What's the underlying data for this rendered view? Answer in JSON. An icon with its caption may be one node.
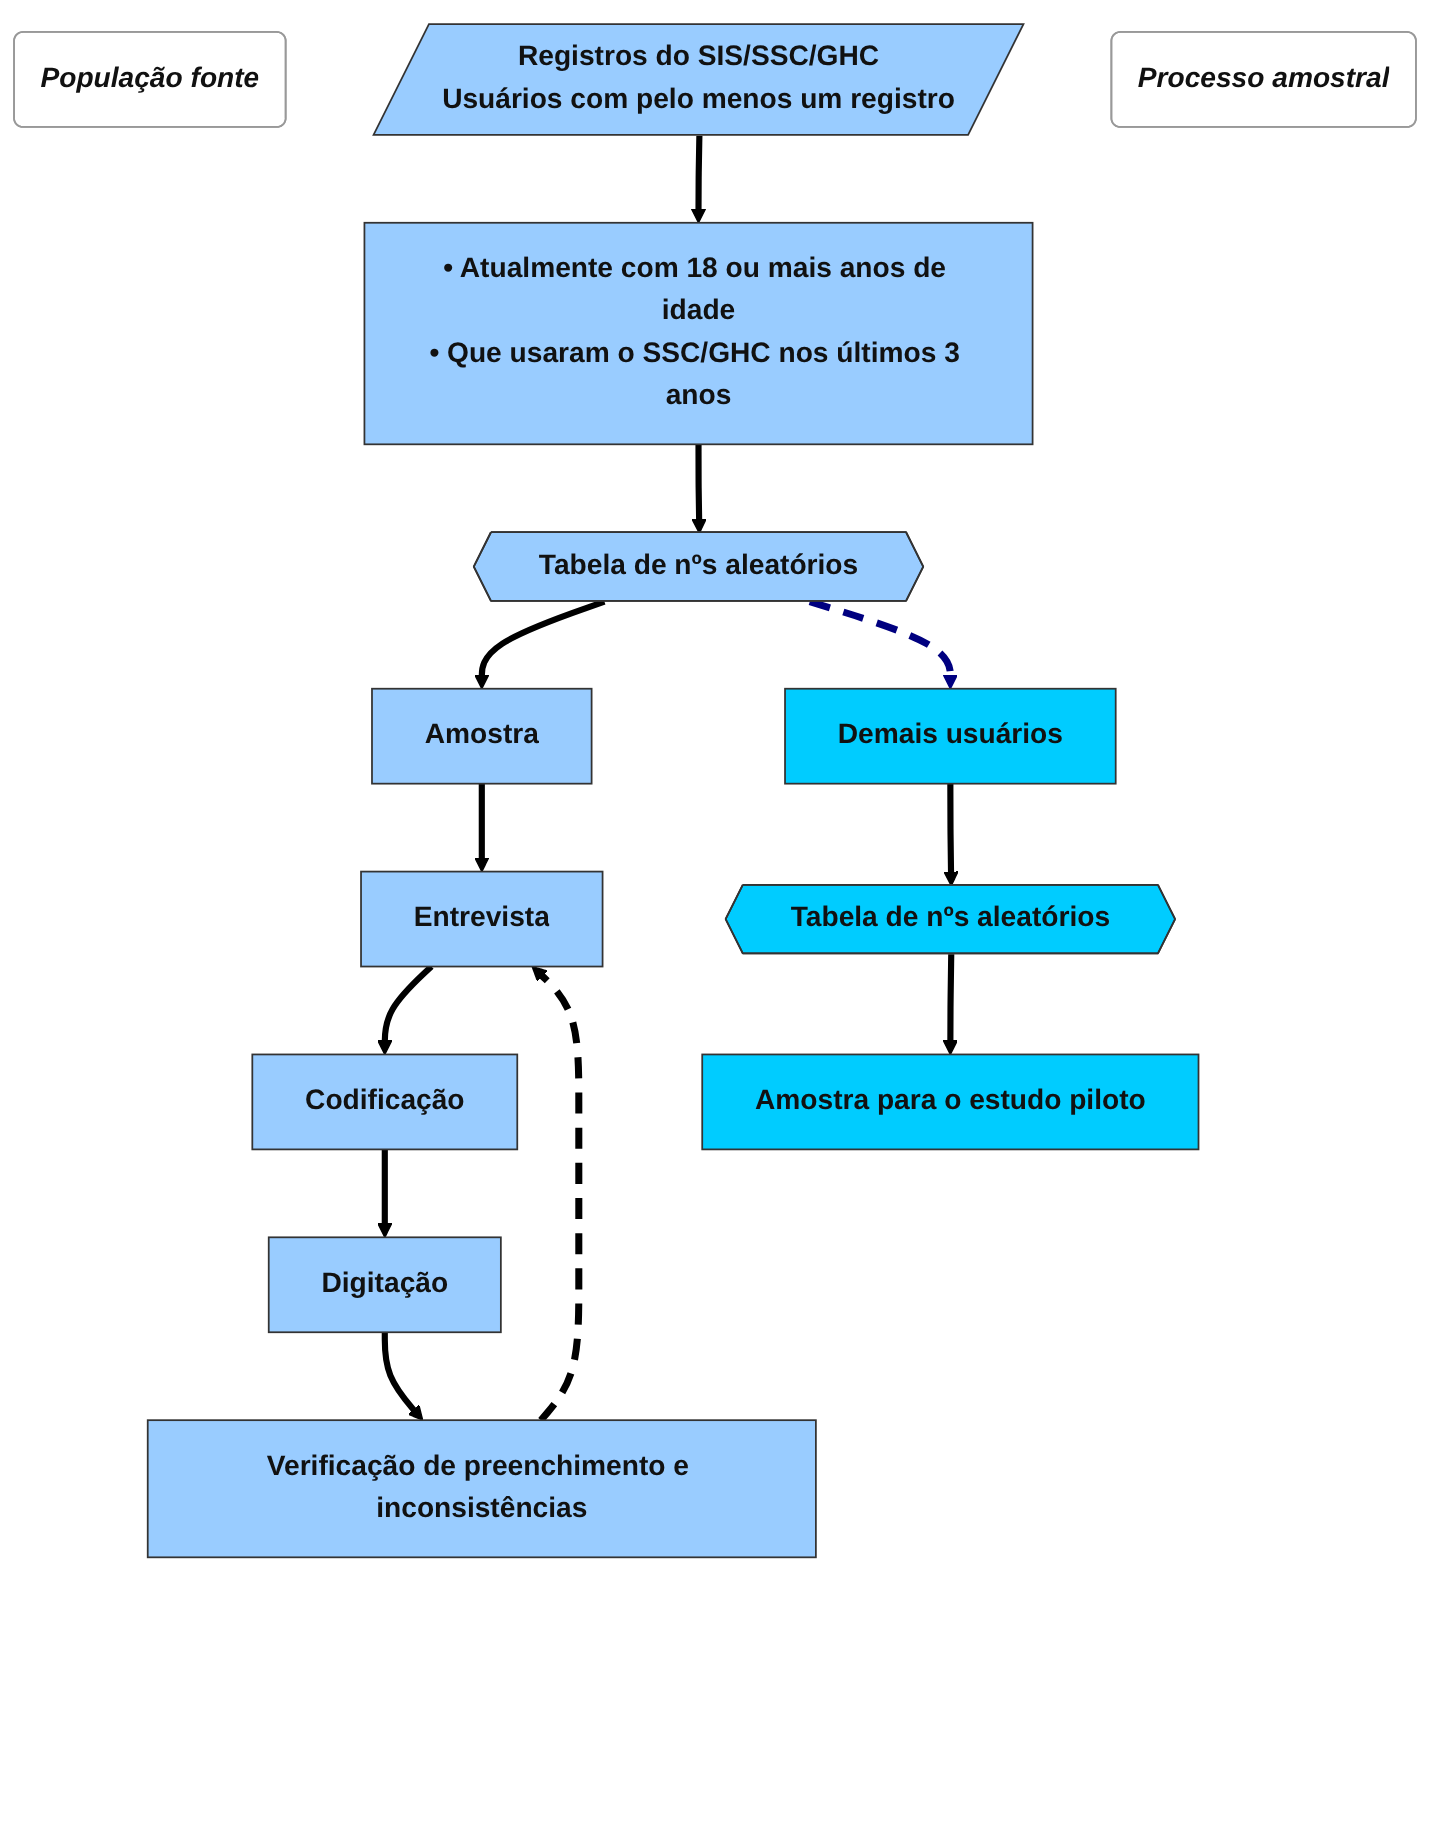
{
  "diagram": {
    "nodes": [
      {
        "text": [
          "População fonte"
        ]
      },
      {
        "text": [
          "Registros do SIS/SSC/GHC",
          "Usuários com pelo menos um registro"
        ]
      },
      {
        "text": [
          "• Atualmente com 18 ou mais anos de idade",
          "• Que usaram o SSC/GHC nos últimos 3 anos"
        ]
      },
      {
        "text": [
          "Processo amostral"
        ]
      },
      {
        "text": [
          "Tabela de nºs aleatórios"
        ]
      },
      {
        "text": [
          "Amostra"
        ]
      },
      {
        "text": [
          "Demais usuários"
        ]
      },
      {
        "text": [
          "Entrevista"
        ]
      },
      {
        "text": [
          "Tabela de nºs aleatórios"
        ]
      },
      {
        "text": [
          "Codificação"
        ]
      },
      {
        "text": [
          "Amostra para o estudo piloto"
        ]
      },
      {
        "text": [
          "Digitação"
        ]
      },
      {
        "text": [
          "Verificação de preenchimento e inconsistências"
        ]
      }
    ],
    "edges": [
      {
        "from": 1,
        "to": 2,
        "arrow": "to"
      },
      {
        "from": 2,
        "to": 4,
        "arrow": "to"
      },
      {
        "from": 4,
        "to": 5,
        "arrow": "to"
      },
      {
        "from": 4,
        "to": 6,
        "arrow": "to",
        "style": "dashed",
        "color": "#000080"
      },
      {
        "from": 5,
        "to": 7,
        "arrow": "to"
      },
      {
        "from": 6,
        "to": 8,
        "arrow": "to"
      },
      {
        "from": 7,
        "to": 9,
        "arrow": "to"
      },
      {
        "from": 8,
        "to": 10,
        "arrow": "to"
      },
      {
        "from": 9,
        "to": 11,
        "arrow": "to"
      },
      {
        "from": 11,
        "to": 12,
        "arrow": "to"
      },
      {
        "from": 12,
        "to": 7,
        "arrow": "to",
        "style": "dashed"
      }
    ]
  }
}
